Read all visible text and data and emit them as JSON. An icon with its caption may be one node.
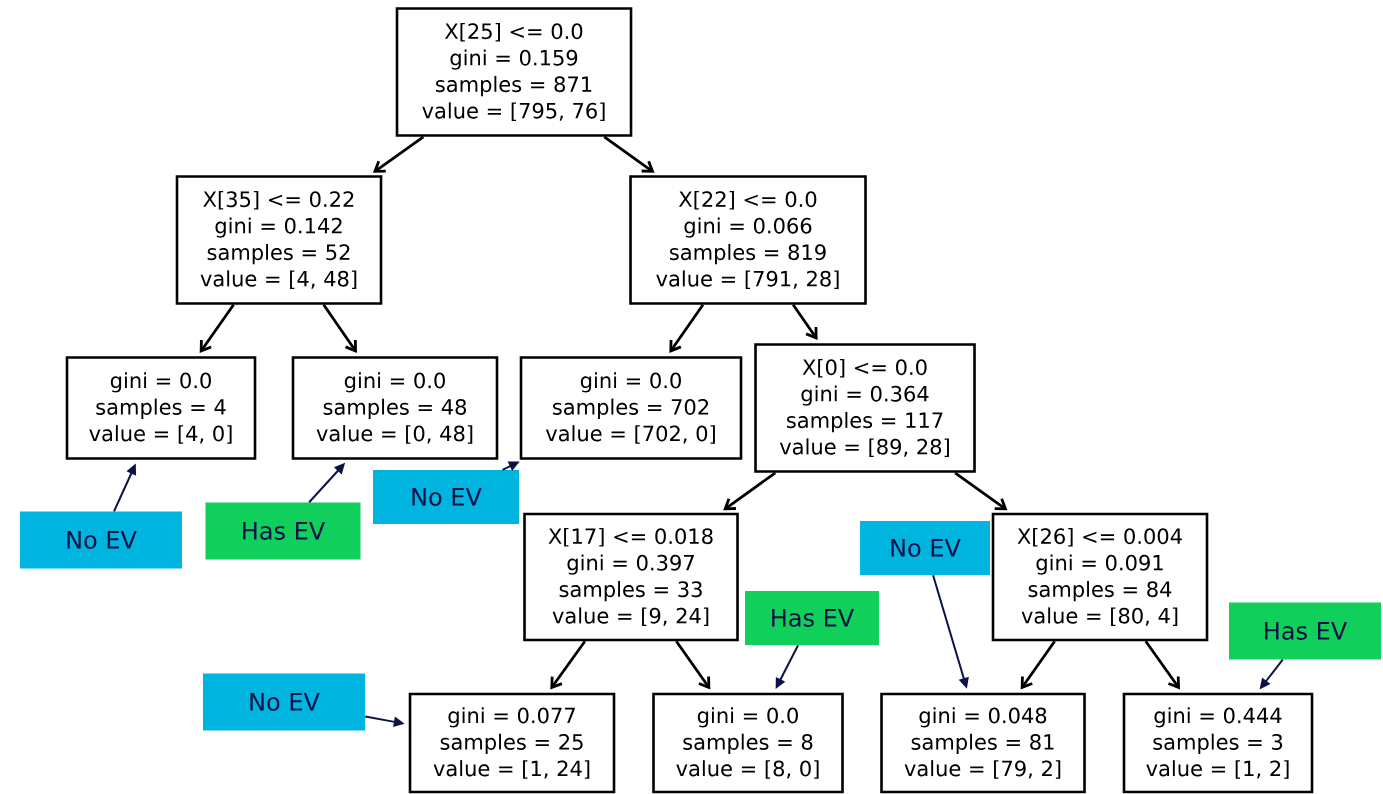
{
  "diagram": {
    "nodes": [
      {
        "text": [
          "X[25] <= 0.0",
          "gini = 0.159",
          "samples = 871",
          "value = [795, 76]"
        ]
      },
      {
        "text": [
          "X[35] <= 0.22",
          "gini = 0.142",
          "samples = 52",
          "value = [4, 48]"
        ]
      },
      {
        "text": [
          "X[22] <= 0.0",
          "gini = 0.066",
          "samples = 819",
          "value = [791, 28]"
        ]
      },
      {
        "text": [
          "gini = 0.0",
          "samples = 4",
          "value = [4, 0]"
        ]
      },
      {
        "text": [
          "gini = 0.0",
          "samples = 48",
          "value = [0, 48]"
        ]
      },
      {
        "text": [
          "gini = 0.0",
          "samples = 702",
          "value = [702, 0]"
        ]
      },
      {
        "text": [
          "X[0] <= 0.0",
          "gini = 0.364",
          "samples = 117",
          "value = [89, 28]"
        ]
      },
      {
        "text": [
          "X[17] <= 0.018",
          "gini = 0.397",
          "samples = 33",
          "value = [9, 24]"
        ]
      },
      {
        "text": [
          "X[26] <= 0.004",
          "gini = 0.091",
          "samples = 84",
          "value = [80, 4]"
        ]
      },
      {
        "text": [
          "gini = 0.077",
          "samples = 25",
          "value = [1, 24]"
        ]
      },
      {
        "text": [
          "gini = 0.0",
          "samples = 8",
          "value = [8, 0]"
        ]
      },
      {
        "text": [
          "gini = 0.048",
          "samples = 81",
          "value = [79, 2]"
        ]
      },
      {
        "text": [
          "gini = 0.444",
          "samples = 3",
          "value = [1, 2]"
        ]
      },
      {
        "text": [
          "No EV"
        ]
      },
      {
        "text": [
          "Has EV"
        ]
      },
      {
        "text": [
          "No EV"
        ]
      },
      {
        "text": [
          "No EV"
        ]
      },
      {
        "text": [
          "Has EV"
        ]
      },
      {
        "text": [
          "Has EV"
        ]
      },
      {
        "text": [
          "No EV"
        ]
      }
    ],
    "edges": [
      {
        "from": 0,
        "to": 1,
        "arrow": "to"
      },
      {
        "from": 0,
        "to": 2,
        "arrow": "to"
      },
      {
        "from": 1,
        "to": 3,
        "arrow": "to"
      },
      {
        "from": 1,
        "to": 4,
        "arrow": "to"
      },
      {
        "from": 2,
        "to": 5,
        "arrow": "to"
      },
      {
        "from": 2,
        "to": 6,
        "arrow": "to"
      },
      {
        "from": 6,
        "to": 7,
        "arrow": "to"
      },
      {
        "from": 6,
        "to": 8,
        "arrow": "to"
      },
      {
        "from": 7,
        "to": 9,
        "arrow": "to"
      },
      {
        "from": 7,
        "to": 10,
        "arrow": "to"
      },
      {
        "from": 8,
        "to": 11,
        "arrow": "to"
      },
      {
        "from": 8,
        "to": 12,
        "arrow": "to"
      },
      {
        "from": 13,
        "to": 5,
        "arrow": "to",
        "color": "#0b1248"
      },
      {
        "from": 14,
        "to": 4,
        "arrow": "to",
        "color": "#0b1248"
      },
      {
        "from": 15,
        "to": 3,
        "arrow": "to",
        "color": "#0b1248"
      },
      {
        "from": 16,
        "to": 11,
        "arrow": "to",
        "color": "#0b1248"
      },
      {
        "from": 17,
        "to": 10,
        "arrow": "to",
        "color": "#0b1248"
      },
      {
        "from": 18,
        "to": 12,
        "arrow": "to",
        "color": "#0b1248"
      },
      {
        "from": 19,
        "to": 9,
        "arrow": "to",
        "color": "#0b1248"
      }
    ]
  }
}
